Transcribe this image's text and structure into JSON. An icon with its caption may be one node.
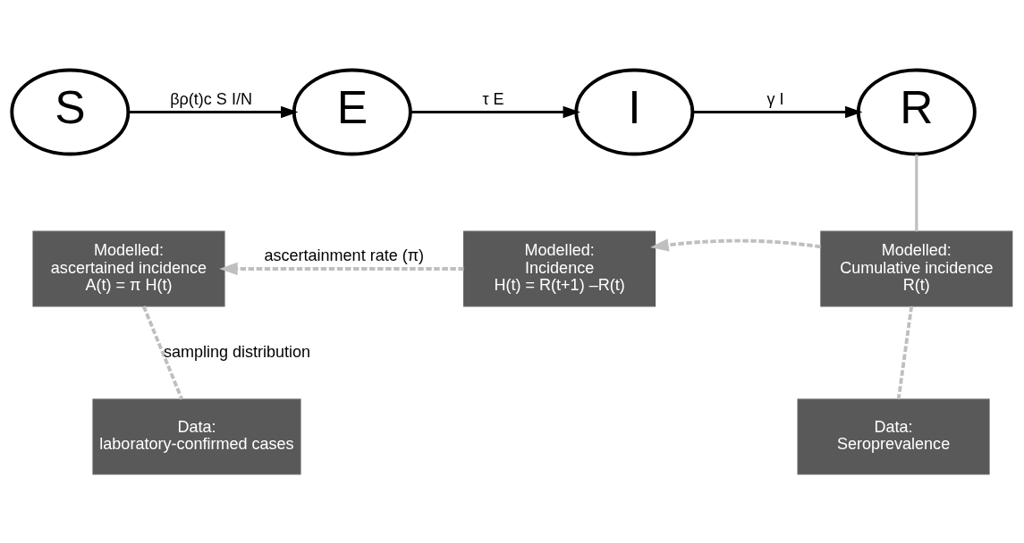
{
  "diagram": {
    "nodes": [
      {
        "text": [
          "S"
        ]
      },
      {
        "text": [
          "E"
        ]
      },
      {
        "text": [
          "I"
        ]
      },
      {
        "text": [
          "R"
        ]
      },
      {
        "text": [
          "Modelled:",
          "ascertained incidence",
          "A(t) = π H(t)"
        ]
      },
      {
        "text": [
          "Modelled:",
          "Incidence",
          "H(t) = R(t+1) –R(t)"
        ]
      },
      {
        "text": [
          "Modelled:",
          "Cumulative incidence",
          "R(t)"
        ]
      },
      {
        "text": [
          "Data:",
          "laboratory-confirmed cases"
        ]
      },
      {
        "text": [
          "Data:",
          "Seroprevalence"
        ]
      }
    ],
    "edges": [
      {
        "from": 0,
        "to": 1,
        "arrow": "to",
        "color": "#000000",
        "label": "βρ(t)c S I/N"
      },
      {
        "from": 1,
        "to": 2,
        "arrow": "to",
        "color": "#000000",
        "label": "τ E"
      },
      {
        "from": 2,
        "to": 3,
        "arrow": "to",
        "color": "#000000",
        "label": "γ I"
      },
      {
        "from": 3,
        "to": 6,
        "arrow": "none",
        "color": "#bfbfbf"
      },
      {
        "from": 6,
        "to": 5,
        "arrow": "to",
        "style": "dashed",
        "color": "#bfbfbf"
      },
      {
        "from": 5,
        "to": 4,
        "arrow": "to",
        "style": "dashed",
        "color": "#bfbfbf",
        "label": "ascertainment rate (π)"
      },
      {
        "from": 4,
        "to": 7,
        "arrow": "none",
        "style": "dashed",
        "color": "#bfbfbf",
        "label": "sampling distribution"
      },
      {
        "from": 6,
        "to": 8,
        "arrow": "none",
        "style": "dashed",
        "color": "#bfbfbf"
      }
    ]
  }
}
